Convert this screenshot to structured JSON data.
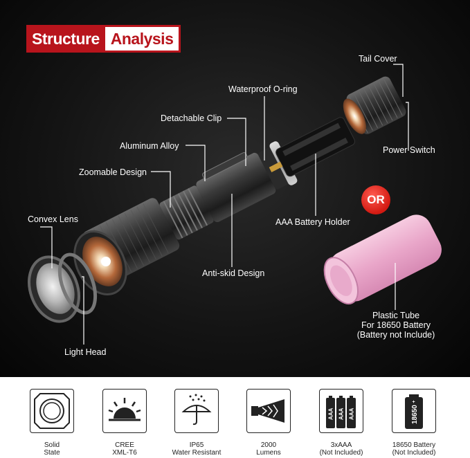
{
  "title": {
    "part1": "Structure",
    "part2": "Analysis"
  },
  "or_badge": "OR",
  "labels": {
    "tail_cover": "Tail Cover",
    "waterproof_oring": "Waterproof O-ring",
    "detachable_clip": "Detachable Clip",
    "aluminum_alloy": "Aluminum Alloy",
    "zoomable_design": "Zoomable Design",
    "power_switch": "Power Switch",
    "convex_lens": "Convex Lens",
    "aaa_battery_holder": "AAA Battery Holder",
    "anti_skid_design": "Anti-skid Design",
    "plastic_tube_line1": "Plastic Tube",
    "plastic_tube_line2": "For 18650 Battery",
    "plastic_tube_line3": "(Battery not Include)",
    "light_head": "Light Head"
  },
  "features": [
    {
      "icon": "solid-state-icon",
      "line1": "Solid",
      "line2": "State"
    },
    {
      "icon": "sunrise-icon",
      "line1": "CREE",
      "line2": "XML-T6"
    },
    {
      "icon": "umbrella-rain-icon",
      "line1": "IP65",
      "line2": "Water Resistant"
    },
    {
      "icon": "light-beam-icon",
      "line1": "2000",
      "line2": "Lumens"
    },
    {
      "icon": "aaa-batteries-icon",
      "line1": "3xAAA",
      "line2": "(Not Included)",
      "battery_text": "AAA"
    },
    {
      "icon": "battery-18650-icon",
      "line1": "18650 Battery",
      "line2": "(Not Included)",
      "battery_text": "18650"
    }
  ],
  "colors": {
    "accent": "#b8141c",
    "badge": "#d31a12",
    "battery": "#e8a6c8"
  }
}
